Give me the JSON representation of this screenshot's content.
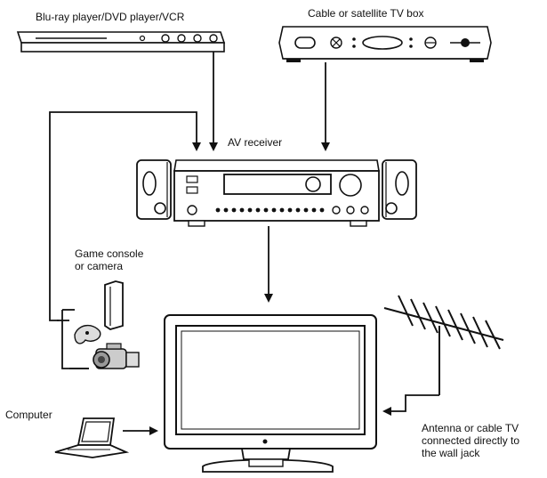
{
  "labels": {
    "player": "Blu-ray player/DVD player/VCR",
    "cable_box": "Cable or satellite TV box",
    "receiver": "AV receiver",
    "game_console": [
      "Game console",
      "or camera"
    ],
    "computer": "Computer",
    "antenna": [
      "Antenna or cable TV",
      "connected directly to",
      "the wall jack"
    ]
  },
  "icons": [
    "dvd-player-icon",
    "cable-box-icon",
    "av-receiver-icon",
    "speaker-icon",
    "game-console-icon",
    "camcorder-icon",
    "laptop-icon",
    "television-icon",
    "antenna-icon",
    "arrow-icon"
  ],
  "colors": {
    "line": "#111111",
    "device_fill": "#ffffff",
    "screen_fill": "#ffffff"
  }
}
